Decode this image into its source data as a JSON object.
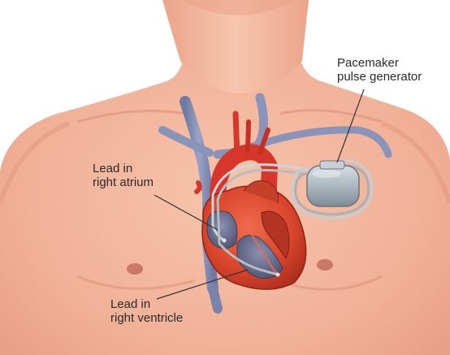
{
  "labels": {
    "pulse_generator": {
      "line1": "Pacemaker",
      "line2": "pulse generator"
    },
    "lead_atrium": {
      "line1": "Lead in",
      "line2": "right atrium"
    },
    "lead_ventricle": {
      "line1": "Lead in",
      "line2": "right ventricle"
    }
  },
  "colors": {
    "skin": "#f2b49a",
    "skin_shadow": "#e39a7e",
    "heart": "#d9452c",
    "heart_dark": "#a82a1c",
    "vein": "#8a93b8",
    "artery": "#d6372a",
    "device": "#a9b4bd",
    "lead_wire": "#bfc5c9",
    "leader_line": "#333333"
  }
}
